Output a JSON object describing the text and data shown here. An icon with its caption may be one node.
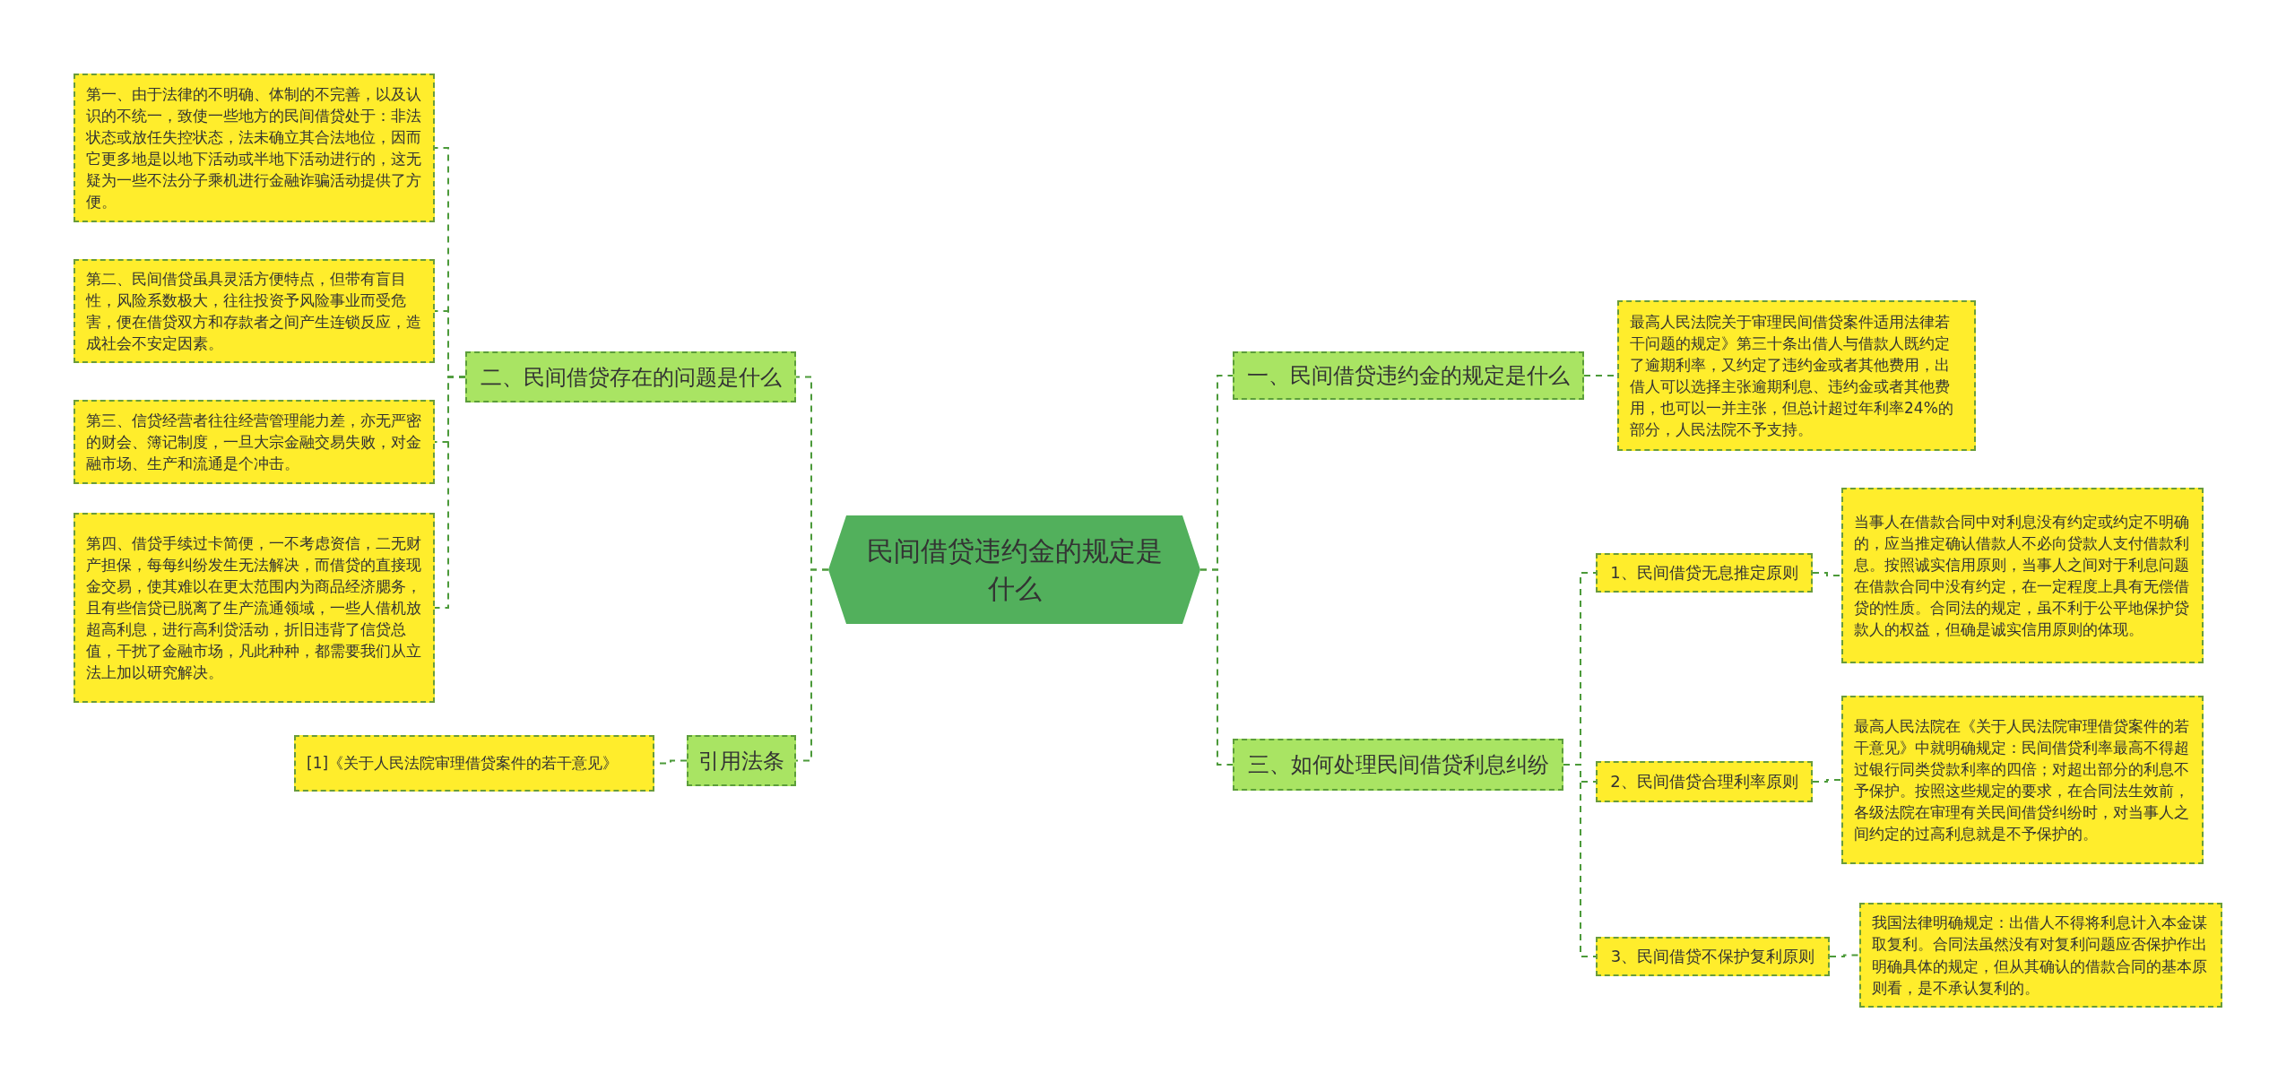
{
  "diagram": {
    "nodes": [
      {
        "text": [
          "民间借贷违约金的规定是什么"
        ]
      },
      {
        "text": [
          "二、民间借贷存在的问题是什么"
        ]
      },
      {
        "text": [
          "第一、由于法律的不明确、体制的不完善，以及认识的不统一，致使一些地方的民间借贷处于：非法状态或放任失控状态，法未确立其合法地位，因而它更多地是以地下活动或半地下活动进行的，这无疑为一些不法分子乘机进行金融诈骗活动提供了方便。"
        ]
      },
      {
        "text": [
          "第二、民间借贷虽具灵活方便特点，但带有盲目性，风险系数极大，往往投资予风险事业而受危害，便在借贷双方和存款者之间产生连锁反应，造成社会不安定因素。"
        ]
      },
      {
        "text": [
          "第三、信贷经营者往往经营管理能力差，亦无严密的财会、簿记制度，一旦大宗金融交易失败，对金融市场、生产和流通是个冲击。"
        ]
      },
      {
        "text": [
          "第四、借贷手续过卡简便，一不考虑资信，二无财产担保，每每纠纷发生无法解决，而借贷的直接现金交易，使其难以在更太范围内为商品经济腮务，且有些信贷已脱离了生产流通领域，一些人借机放超高利息，进行高利贷活动，折旧违背了信贷总值，干扰了金融市场，凡此种种，都需要我们从立法上加以研究解决。"
        ]
      },
      {
        "text": [
          "引用法条"
        ]
      },
      {
        "text": [
          "[1]《关于人民法院审理借贷案件的若干意见》"
        ]
      },
      {
        "text": [
          "一、民间借贷违约金的规定是什么"
        ]
      },
      {
        "text": [
          "最高人民法院关于审理民间借贷案件适用法律若干问题的规定》第三十条出借人与借款人既约定了逾期利率，又约定了违约金或者其他费用，出借人可以选择主张逾期利息、违约金或者其他费用，也可以一并主张，但总计超过年利率24%的部分，人民法院不予支持。"
        ]
      },
      {
        "text": [
          "三、如何处理民间借贷利息纠纷"
        ]
      },
      {
        "text": [
          "1、民间借贷无息推定原则"
        ]
      },
      {
        "text": [
          "当事人在借款合同中对利息没有约定或约定不明确的，应当推定确认借款人不必向贷款人支付借款利息。按照诚实信用原则，当事人之间对于利息问题在借款合同中没有约定，在一定程度上具有无偿借贷的性质。合同法的规定，虽不利于公平地保护贷款人的权益，但确是诚实信用原则的体现。"
        ]
      },
      {
        "text": [
          "2、民间借贷合理利率原则"
        ]
      },
      {
        "text": [
          "最高人民法院在《关于人民法院审理借贷案件的若干意见》中就明确规定：民间借贷利率最高不得超过银行同类贷款利率的四倍；对超出部分的利息不予保护。按照这些规定的要求，在合同法生效前，各级法院在审理有关民间借贷纠纷时，对当事人之间约定的过高利息就是不予保护的。"
        ]
      },
      {
        "text": [
          "3、民间借贷不保护复利原则"
        ]
      },
      {
        "text": [
          "我国法律明确规定：出借人不得将利息计入本金谋取复利。合同法虽然没有对复利问题应否保护作出明确具体的规定，但从其确认的借款合同的基本原则看，是不承认复利的。"
        ]
      }
    ],
    "edges": [
      {
        "from": 0,
        "to": 1,
        "arrow": "none",
        "style": "dashed"
      },
      {
        "from": 1,
        "to": 2,
        "arrow": "none",
        "style": "dashed"
      },
      {
        "from": 1,
        "to": 3,
        "arrow": "none",
        "style": "dashed"
      },
      {
        "from": 1,
        "to": 4,
        "arrow": "none",
        "style": "dashed"
      },
      {
        "from": 1,
        "to": 5,
        "arrow": "none",
        "style": "dashed"
      },
      {
        "from": 0,
        "to": 6,
        "arrow": "none",
        "style": "dashed"
      },
      {
        "from": 6,
        "to": 7,
        "arrow": "none",
        "style": "dashed"
      },
      {
        "from": 0,
        "to": 8,
        "arrow": "none",
        "style": "dashed"
      },
      {
        "from": 8,
        "to": 9,
        "arrow": "none",
        "style": "dashed"
      },
      {
        "from": 0,
        "to": 10,
        "arrow": "none",
        "style": "dashed"
      },
      {
        "from": 10,
        "to": 11,
        "arrow": "none",
        "style": "dashed"
      },
      {
        "from": 11,
        "to": 12,
        "arrow": "none",
        "style": "dashed"
      },
      {
        "from": 10,
        "to": 13,
        "arrow": "none",
        "style": "dashed"
      },
      {
        "from": 13,
        "to": 14,
        "arrow": "none",
        "style": "dashed"
      },
      {
        "from": 10,
        "to": 15,
        "arrow": "none",
        "style": "dashed"
      },
      {
        "from": 15,
        "to": 16,
        "arrow": "none",
        "style": "dashed"
      }
    ]
  }
}
